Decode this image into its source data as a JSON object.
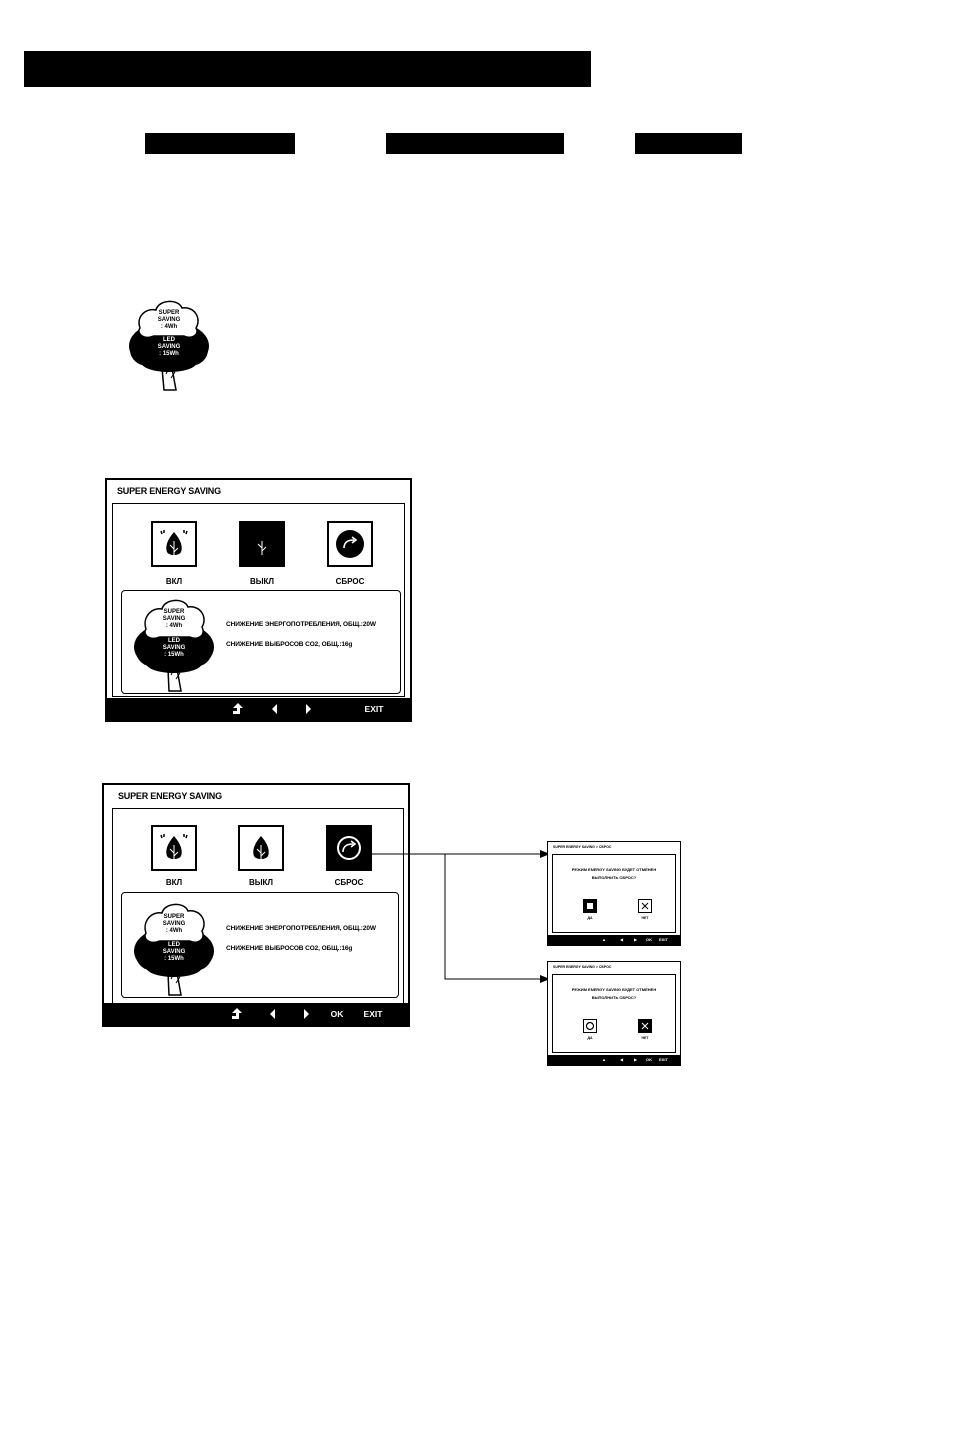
{
  "osd1": {
    "title": "SUPER ENERGY SAVING",
    "buttons": [
      {
        "label": "ВКЛ",
        "icon": "leaf-on-icon"
      },
      {
        "label": "ВЫКЛ",
        "icon": "leaf-off-icon"
      },
      {
        "label": "СБРОС",
        "icon": "reset-arrow-icon"
      }
    ],
    "tree": {
      "super": "SUPER",
      "saving": "SAVING",
      "super_value": ": 4Wh",
      "led": "LED",
      "led_saving": "SAVING",
      "led_value": ": 15Wh"
    },
    "info_line1": "СНИЖЕНИЕ ЭНЕРГОПОТРЕБЛЕНИЯ, ОБЩ.:20W",
    "info_line2": "СНИЖЕНИЕ ВЫБРОСОВ CO2, ОБЩ.:16g",
    "nav": {
      "exit": "EXIT"
    }
  },
  "osd2": {
    "title": "SUPER ENERGY SAVING",
    "buttons": [
      {
        "label": "ВКЛ",
        "icon": "leaf-on-icon"
      },
      {
        "label": "ВЫКЛ",
        "icon": "leaf-off-icon"
      },
      {
        "label": "СБРОС",
        "icon": "reset-arrow-icon"
      }
    ],
    "tree": {
      "super": "SUPER",
      "saving": "SAVING",
      "super_value": ": 4Wh",
      "led": "LED",
      "led_saving": "SAVING",
      "led_value": ": 15Wh"
    },
    "info_line1": "СНИЖЕНИЕ ЭНЕРГОПОТРЕБЛЕНИЯ, ОБЩ.:20W",
    "info_line2": "СНИЖЕНИЕ ВЫБРОСОВ CO2, ОБЩ.:16g",
    "nav": {
      "ok": "OK",
      "exit": "EXIT"
    }
  },
  "tree_standalone": {
    "super": "SUPER",
    "saving": "SAVING",
    "super_value": ": 4Wh",
    "led": "LED",
    "led_saving": "SAVING",
    "led_value": ": 15Wh"
  },
  "dialog": {
    "title": "SUPER ENERGY SAVING > СБРОС",
    "line1": "РЕЖИМ ENERGY SAVING БУДЕТ ОТМЕНЕН",
    "line2": "ВЫПОЛНИТЬ СБРОС?",
    "yes": "ДА",
    "no": "НЕТ",
    "ok": "OK",
    "exit": "EXIT"
  },
  "colors": {
    "ink": "#000000",
    "paper": "#ffffff"
  }
}
